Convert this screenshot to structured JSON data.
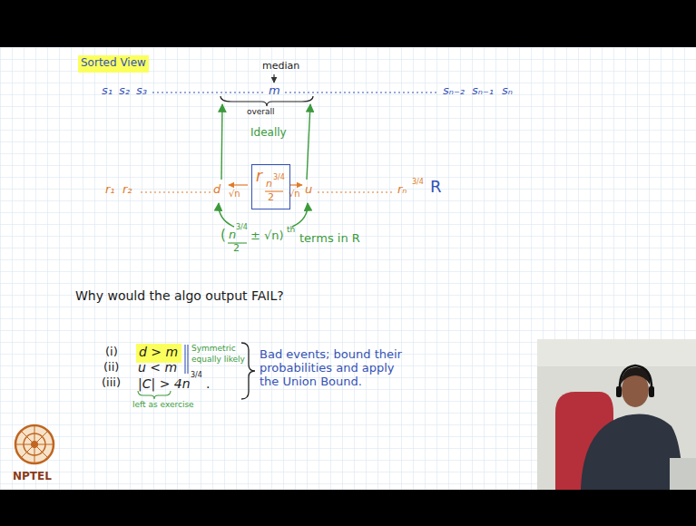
{
  "diagram": {
    "nodes": [
      {
        "text": [
          "Sorted View"
        ]
      },
      {
        "text": [
          "r",
          "n",
          "3/4",
          "2"
        ]
      },
      {
        "text": [
          "d > m"
        ]
      }
    ],
    "labels": [
      "median",
      "s₁",
      "s₂",
      "s₃",
      "m",
      "sₙ₋₂",
      "sₙ₋₁",
      "sₙ",
      "overall",
      "Ideally",
      "r₁",
      "r₂",
      "d",
      "√n",
      "√n",
      "u",
      "rₙ",
      "3/4",
      "R",
      "(",
      "n",
      "3/4",
      "2",
      "± √n)",
      "th",
      "terms in R",
      "Why would the algo output FAIL?",
      "(i)",
      "Symmetric",
      "equally likely",
      "(ii)",
      "u < m",
      "(iii)",
      "|C| > 4n",
      "3/4",
      ".",
      "left as exercise",
      "Bad events; bound their probabilities and apply the Union Bound.",
      "NPTEL"
    ]
  }
}
